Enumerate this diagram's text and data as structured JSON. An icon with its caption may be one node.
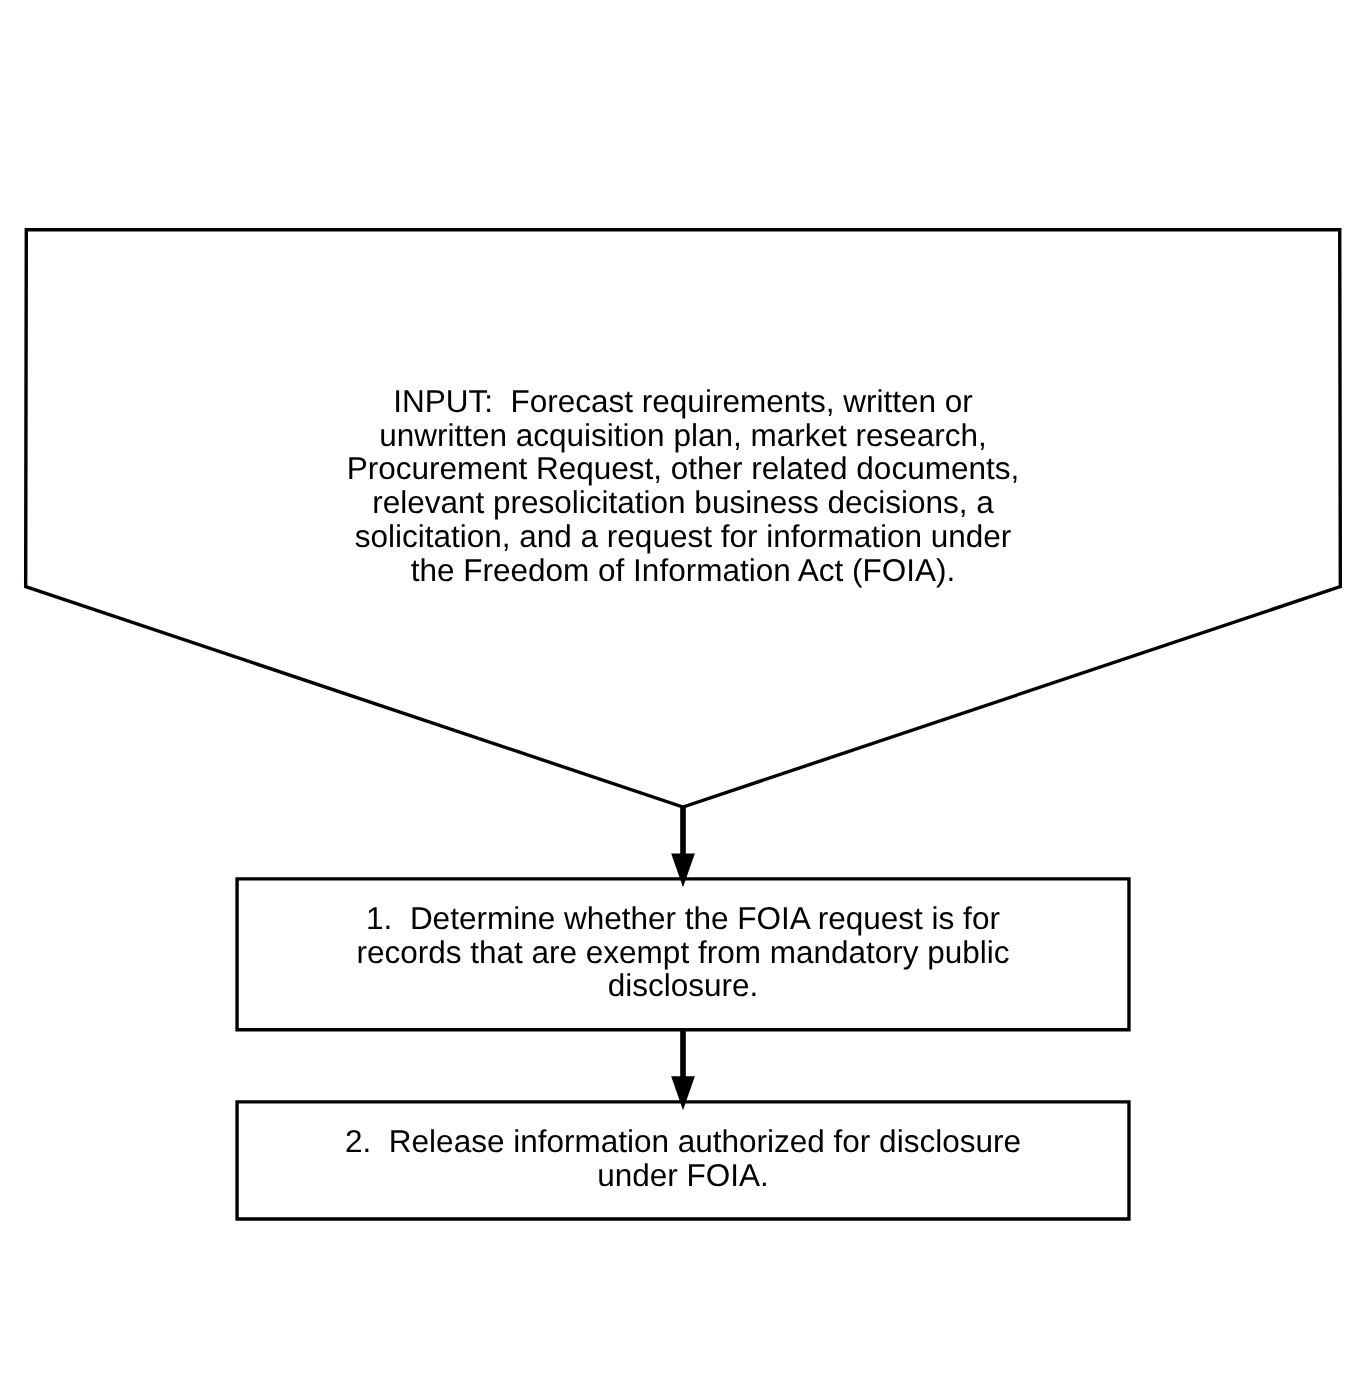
{
  "diagram": {
    "nodes": [
      {
        "text": [
          "INPUT:  Forecast requirements, written or unwritten acquisition plan, market research, Procurement Request, other related documents, relevant presolicitation business decisions, a solicitation, and a request for information under the Freedom of Information Act (FOIA)."
        ]
      },
      {
        "text": [
          "1.  Determine whether the FOIA request is for records that are exempt from mandatory public disclosure."
        ]
      },
      {
        "text": [
          "2.  Release information authorized for disclosure under FOIA."
        ]
      }
    ],
    "edges": [
      {
        "from": 0,
        "to": 1,
        "arrow": "to"
      },
      {
        "from": 1,
        "to": 2,
        "arrow": "to"
      }
    ]
  }
}
